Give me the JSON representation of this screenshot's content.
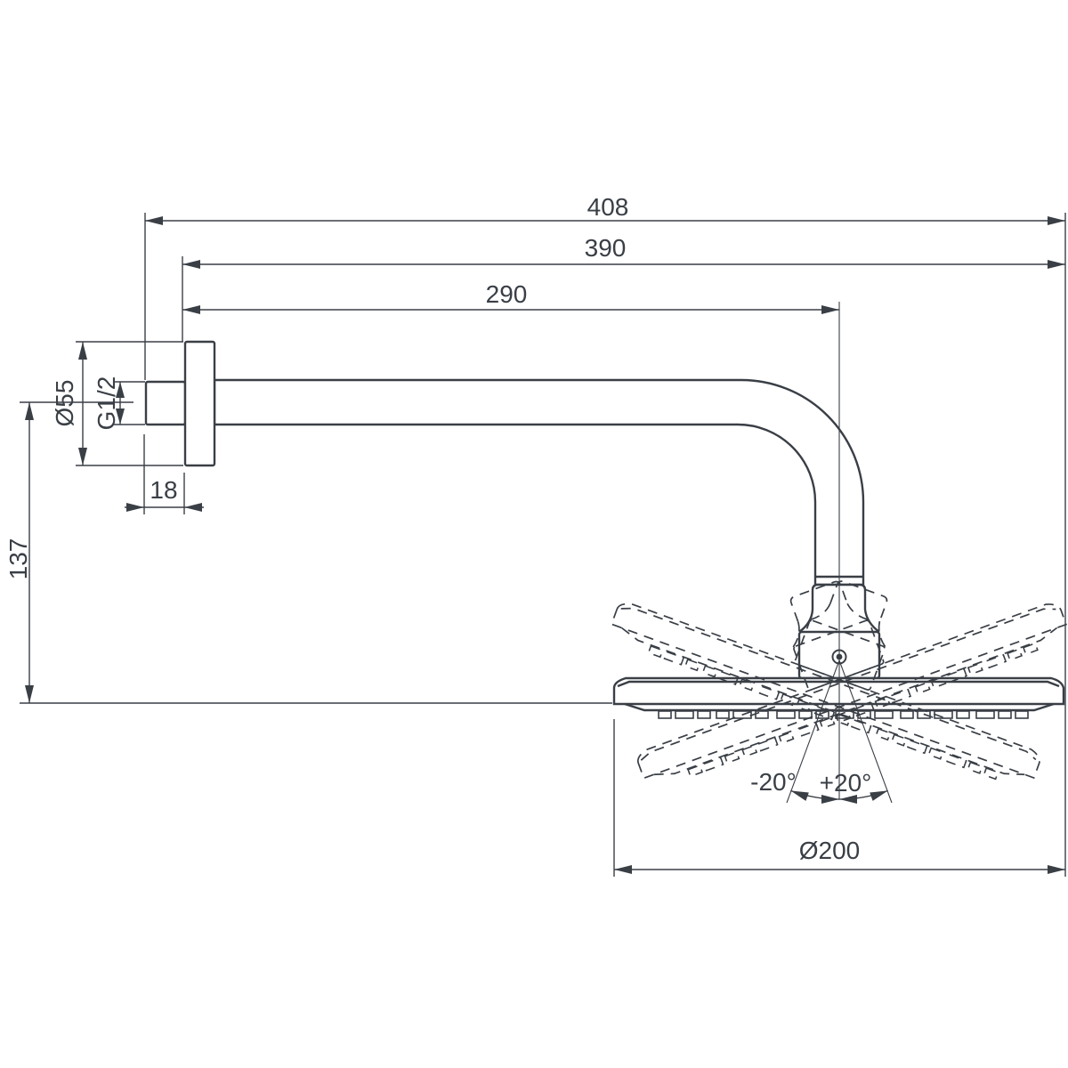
{
  "drawing": {
    "subject": "wall-mounted overhead shower with arm, dimensioned side view",
    "colors": {
      "line": "#3a3f46",
      "background": "#ffffff"
    },
    "labels": {
      "overall_projection": "408",
      "arm_projection": "390",
      "axis_projection": "290",
      "flange_diameter": "Ø55",
      "thread_size": "G1/2",
      "flange_depth": "18",
      "head_drop": "137",
      "head_diameter": "Ø200",
      "tilt_negative": "-20°",
      "tilt_positive": "+20°"
    }
  }
}
